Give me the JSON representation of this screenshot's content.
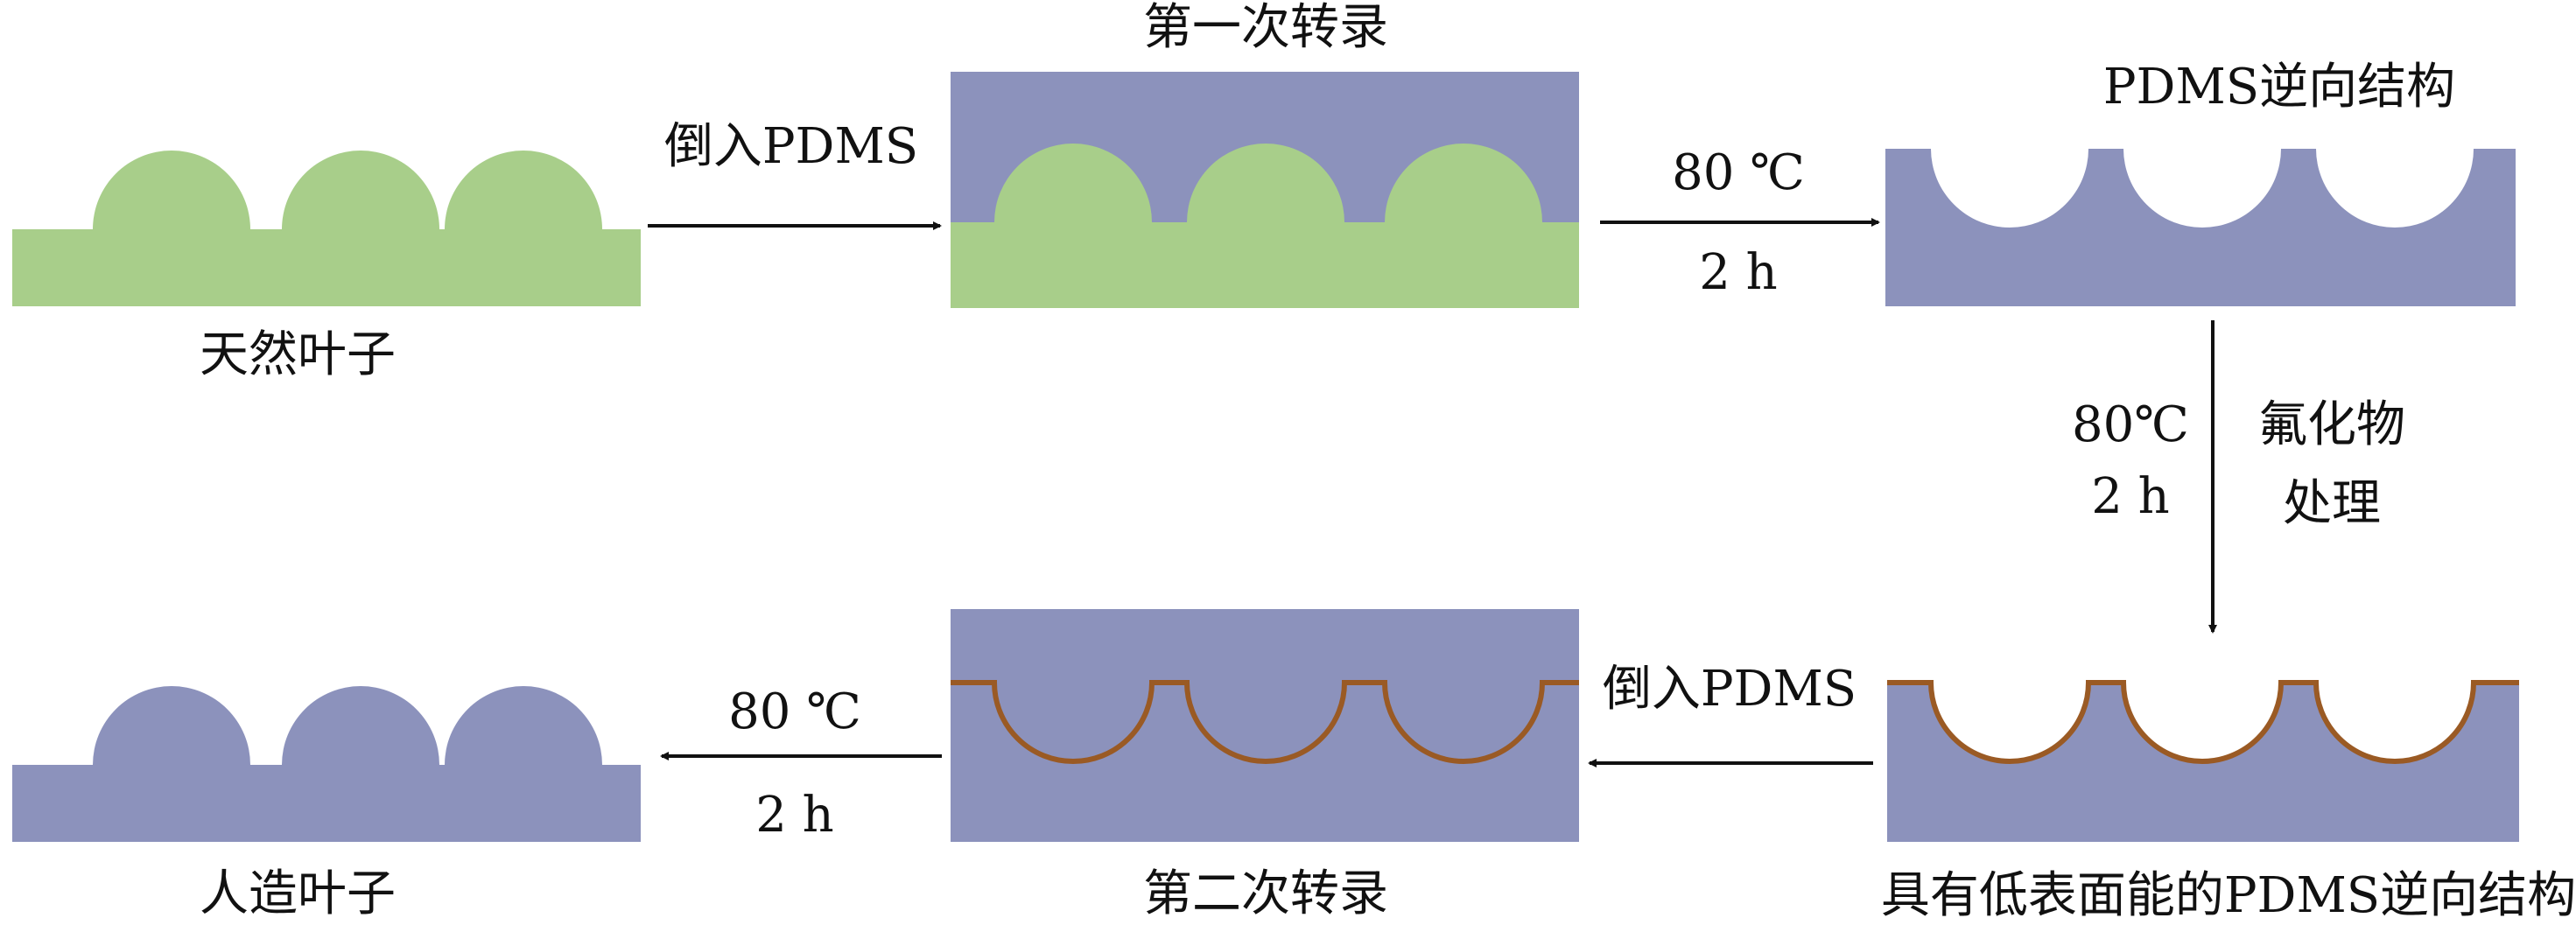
{
  "colors": {
    "leaf_green": "#a8ce8a",
    "pdms_blue": "#8c92bc",
    "fluoride_brown": "#9a5a24",
    "arrow": "#111111",
    "background": "#ffffff"
  },
  "stages": {
    "natural_leaf": "天然叶子",
    "first_transcription": "第一次转录",
    "pdms_inverse": "PDMS逆向结构",
    "low_energy_pdms": "具有低表面能的PDMS逆向结构",
    "second_transcription": "第二次转录",
    "artificial_leaf": "人造叶子"
  },
  "steps": {
    "pour_pdms_1": "倒入PDMS",
    "cure_temp_1": "80 ℃",
    "cure_time_1": "2 h",
    "cure_temp_2": "80℃",
    "cure_time_2": "2 h",
    "fluoride_line1": "氟化物",
    "fluoride_line2": "处理",
    "pour_pdms_2": "倒入PDMS",
    "cure_temp_3": "80 ℃",
    "cure_time_3": "2 h"
  }
}
